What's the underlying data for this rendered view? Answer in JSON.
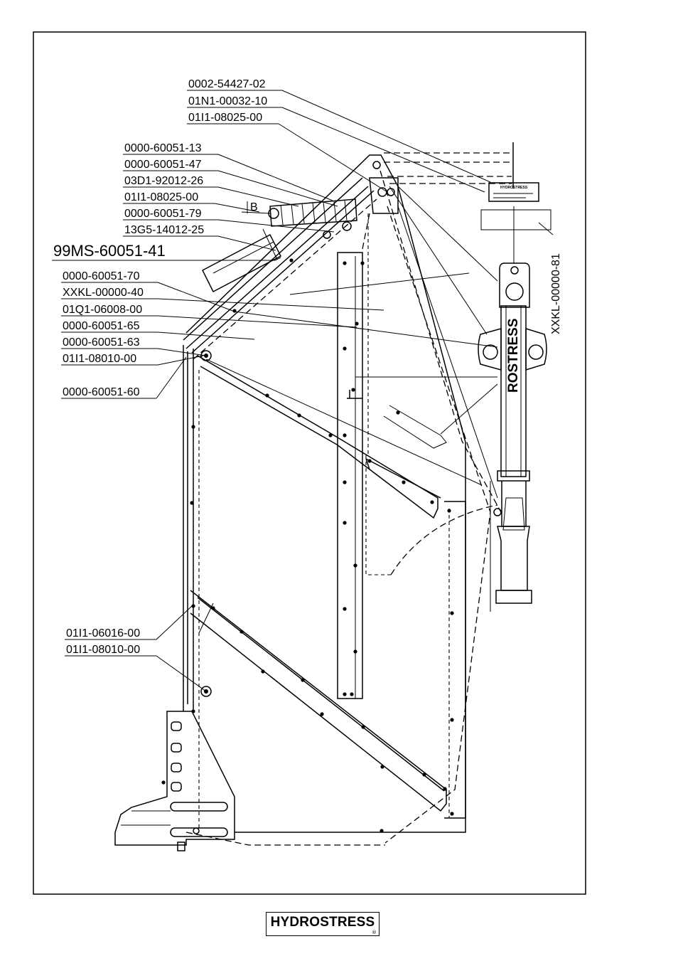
{
  "labels": [
    "0002-54427-02",
    "01N1-00032-10",
    "01I1-08025-00",
    "0000-60051-13",
    "0000-60051-47",
    "03D1-92012-26",
    "01I1-08025-00",
    "0000-60051-79",
    "13G5-14012-25",
    "99MS-60051-41",
    "0000-60051-70",
    "XXKL-00000-40",
    "01Q1-06008-00",
    "0000-60051-65",
    "0000-60051-63",
    "01I1-08010-00",
    "0000-60051-60",
    "01I1-06016-00",
    "01I1-08010-00"
  ],
  "side_label": "XXKL-00000-81",
  "detail_marker": "B",
  "cylinder_text": "ROSTRESS",
  "plate_text": "HYDROSTRESS",
  "footer": {
    "logo_text": "HYDROSTRESS",
    "registered_mark": "®"
  }
}
